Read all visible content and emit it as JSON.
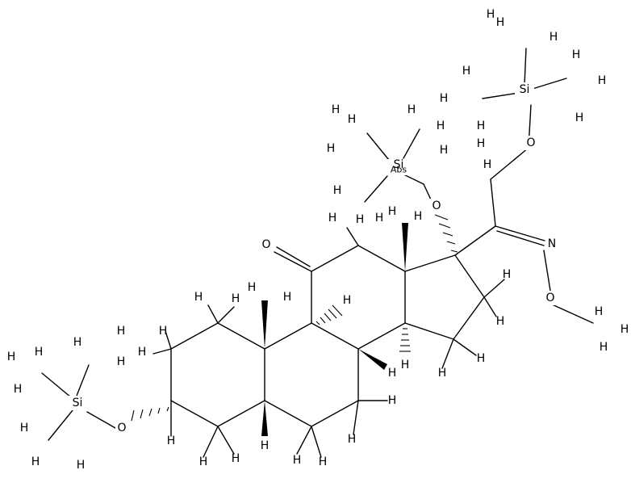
{
  "molecule": {
    "atoms": {
      "H": "H",
      "O": "O",
      "Si": "Si",
      "N": "N",
      "Abs": "Abs"
    }
  }
}
